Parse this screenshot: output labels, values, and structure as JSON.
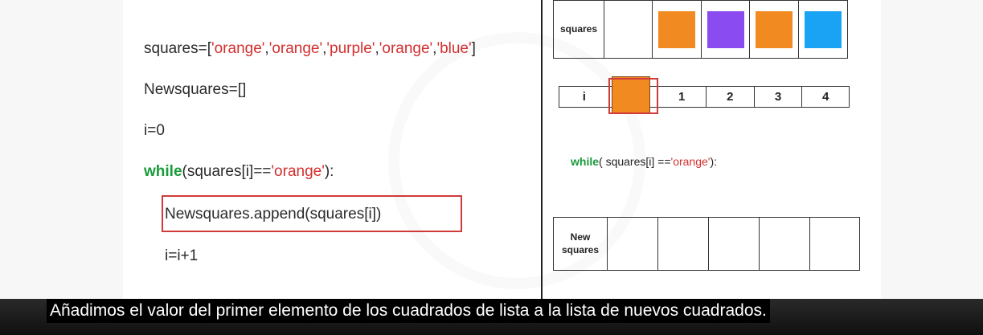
{
  "code": {
    "squares_prefix": "squares=[",
    "squares_items": [
      "'orange'",
      "'orange'",
      "'purple'",
      "'orange'",
      "'blue'"
    ],
    "squares_sep": ",",
    "squares_suffix": "]",
    "newsquares_init": "Newsquares=[]",
    "i_init": "i=0",
    "while_kw": "while",
    "while_cond_prefix": "(squares[i]==",
    "while_cond_str": "'orange'",
    "while_cond_suffix": "):",
    "append_line": "Newsquares.append(squares[i])",
    "increment_line": "i=i+1"
  },
  "squares_table": {
    "label": "squares",
    "colors": [
      "",
      "#f28a22",
      "#8a4cf0",
      "#f28a22",
      "#1aa3f5"
    ]
  },
  "index_table": {
    "label": "i",
    "indices": [
      "",
      "1",
      "2",
      "3",
      "4"
    ]
  },
  "while_right": {
    "kw": "while",
    "cond_prefix": "( squares[i]  ==",
    "cond_str": "'orange'",
    "cond_suffix": "):"
  },
  "new_squares_table": {
    "label_line1": "New",
    "label_line2": "squares"
  },
  "subtitle": "Añadimos el valor del primer elemento de los cuadrados de lista a la lista de nuevos cuadrados."
}
